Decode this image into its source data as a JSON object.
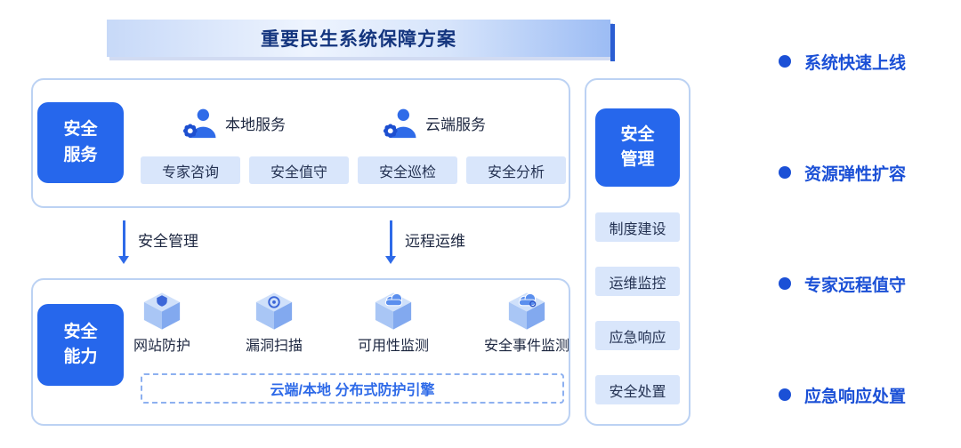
{
  "title": "重要民生系统保障方案",
  "security_services": {
    "label": "安全服务",
    "services": [
      {
        "name": "本地服务",
        "icon": "person-gear-icon"
      },
      {
        "name": "云端服务",
        "icon": "person-gear-icon"
      }
    ],
    "tags": [
      "专家咨询",
      "安全值守",
      "安全巡检",
      "安全分析"
    ]
  },
  "arrows": [
    {
      "label": "安全管理"
    },
    {
      "label": "远程运维"
    }
  ],
  "security_capabilities": {
    "label": "安全能力",
    "items": [
      {
        "label": "网站防护",
        "icon": "cube-shield-icon"
      },
      {
        "label": "漏洞扫描",
        "icon": "cube-scan-icon"
      },
      {
        "label": "可用性监测",
        "icon": "cube-cloud-icon"
      },
      {
        "label": "安全事件监测",
        "icon": "cube-cloud-monitor-icon"
      }
    ],
    "engine": "云端/本地 分布式防护引擎"
  },
  "security_management": {
    "label": "安全管理",
    "tags": [
      "制度建设",
      "运维监控",
      "应急响应",
      "安全处置"
    ]
  },
  "benefits": [
    "系统快速上线",
    "资源弹性扩容",
    "专家远程值守",
    "应急响应处置"
  ],
  "colors": {
    "primary_blue": "#2667EC",
    "tag_background": "#D9E6FB",
    "panel_border": "#BCD2F3",
    "dark_text": "#1D2740",
    "accent_text": "#2E6AE8",
    "benefit_blue": "#1B50D6",
    "banner_title": "#14357E"
  }
}
